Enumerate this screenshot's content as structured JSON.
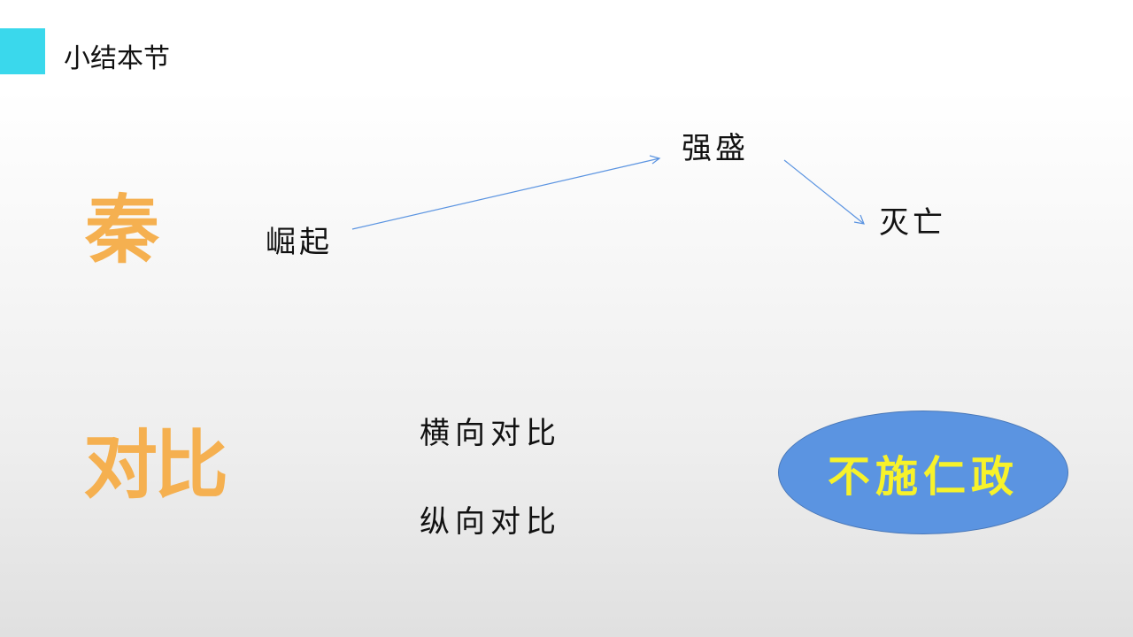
{
  "slide": {
    "title": "小结本节",
    "accent_color": "#3ad8ec"
  },
  "topic": {
    "label": "秦",
    "color": "#f5b050"
  },
  "timeline": {
    "stages": [
      "崛起",
      "强盛",
      "灭亡"
    ],
    "arrow_color": "#5b94e1"
  },
  "comparison": {
    "label": "对比",
    "items": [
      "横向对比",
      "纵向对比"
    ]
  },
  "conclusion": {
    "text": "不施仁政",
    "fill_color": "#5b94e1",
    "text_color": "#f7f22a"
  }
}
